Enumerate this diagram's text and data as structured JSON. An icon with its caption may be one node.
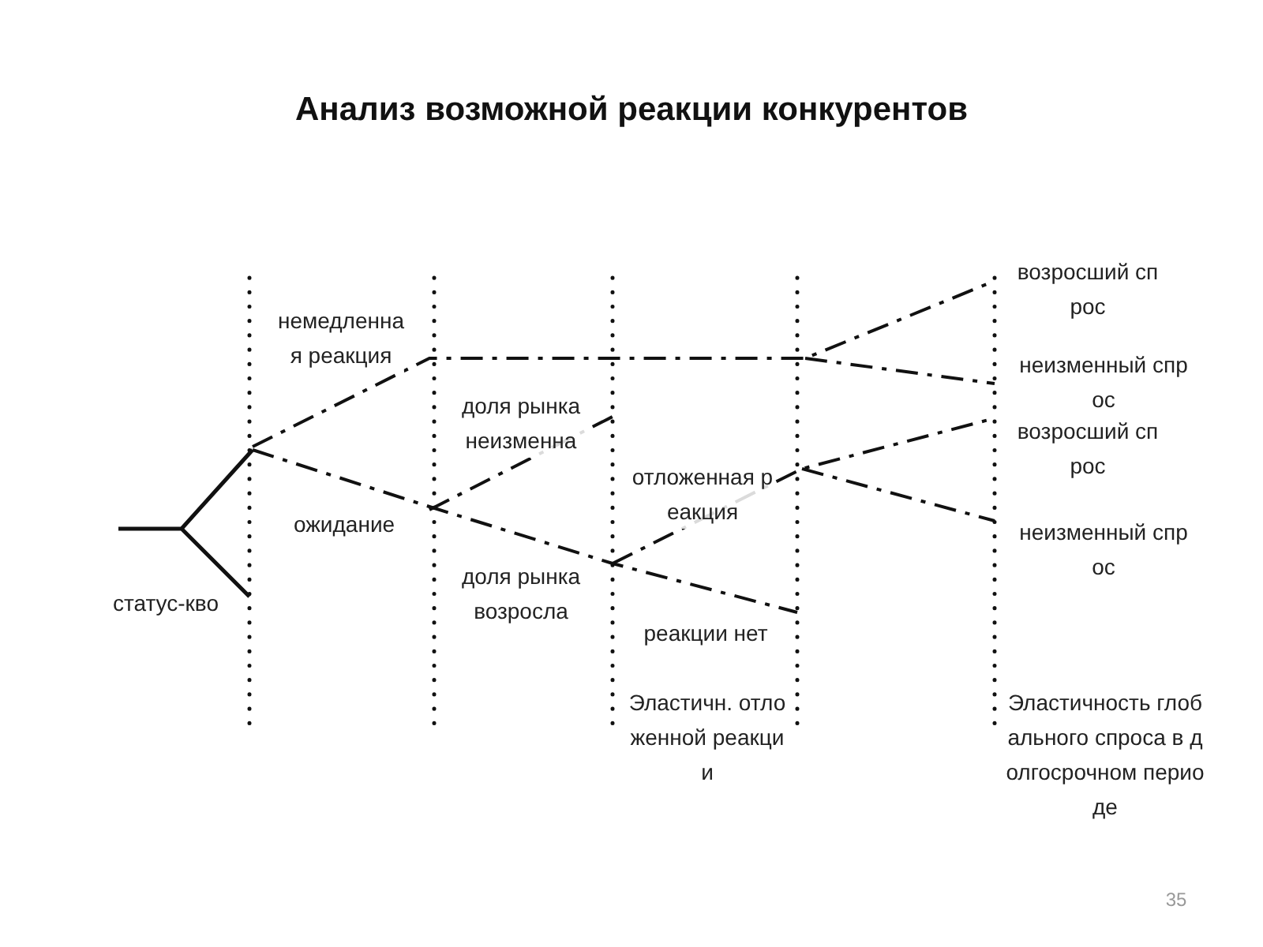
{
  "diagram": {
    "title": "Анализ возможной реакции конкурентов",
    "labels": [
      "немедленная реакция",
      "ожидание",
      "статус-кво",
      "доля рынка неизменна",
      "доля рынка возросла",
      "отложенная реакция",
      "реакции нет",
      "Эластичн. отложенной реакции",
      "возросший спрос",
      "неизменный спрос",
      "возросший спрос",
      "неизменный спрос",
      "Эластичность глобального спроса в долгосрочном периоде",
      "35"
    ]
  }
}
